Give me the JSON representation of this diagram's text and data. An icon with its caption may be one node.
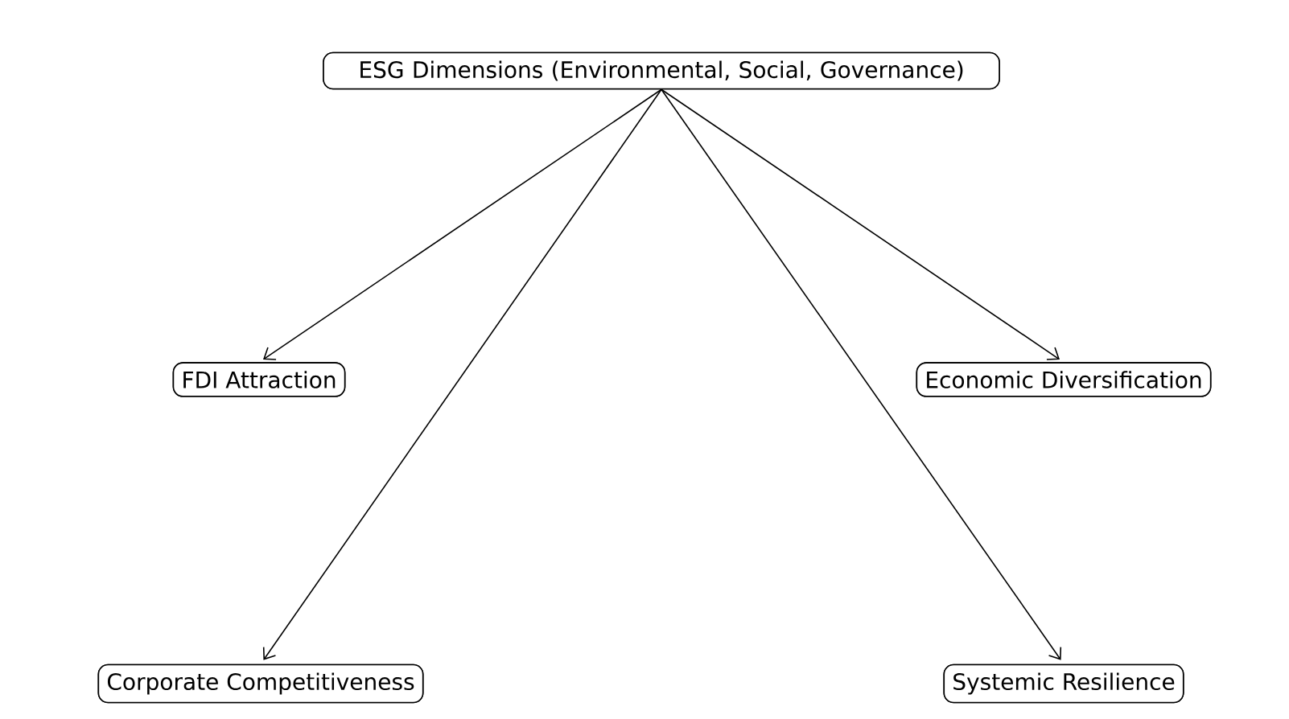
{
  "diagram": {
    "nodes": [
      {
        "text": [
          "ESG Dimensions (Environmental, Social, Governance)"
        ]
      },
      {
        "text": [
          "FDI Attraction"
        ]
      },
      {
        "text": [
          "Economic Diversification"
        ]
      },
      {
        "text": [
          "Corporate Competitiveness"
        ]
      },
      {
        "text": [
          "Systemic Resilience"
        ]
      }
    ],
    "edges": [
      {
        "from": 0,
        "to": 1,
        "arrow": "to"
      },
      {
        "from": 0,
        "to": 2,
        "arrow": "to"
      },
      {
        "from": 0,
        "to": 3,
        "arrow": "to"
      },
      {
        "from": 0,
        "to": 4,
        "arrow": "to"
      }
    ]
  }
}
